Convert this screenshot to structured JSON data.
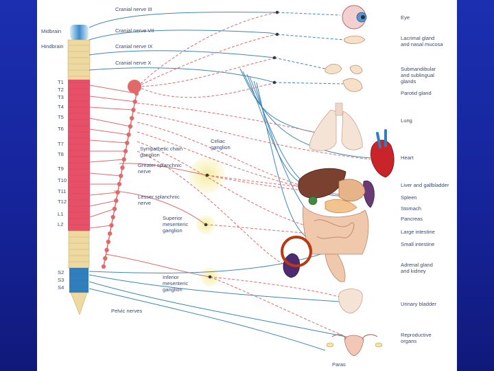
{
  "cranial_nerves": [
    "Cranial nerve III",
    "Cranial nerve VII",
    "Cranial nerve IX",
    "Cranial nerve X"
  ],
  "brain_labels": [
    "Midbrain",
    "Hindbrain"
  ],
  "spinal_levels": [
    "T1",
    "T2",
    "T3",
    "T4",
    "T5",
    "T6",
    "T7",
    "T8",
    "T9",
    "T10",
    "T11",
    "T12",
    "L1",
    "L2",
    "S2",
    "S3",
    "S4"
  ],
  "ganglia_labels": {
    "sympathetic_chain": [
      "Sympathetic chain",
      "ganglion"
    ],
    "celiac": [
      "Celiac",
      "ganglion"
    ],
    "greater_splanchnic": [
      "Greater splanchnic",
      "nerve"
    ],
    "lesser_splanchnic": [
      "Lesser splanchnic",
      "nerve"
    ],
    "superior_mesenteric": [
      "Superior",
      "mesenteric",
      "ganglion"
    ],
    "inferior_mesenteric": [
      "Inferior",
      "mesenteric",
      "ganglion"
    ],
    "pelvic": "Pelvic nerves"
  },
  "organs": [
    [
      "Eye"
    ],
    [
      "Lacrimal gland",
      "and nasal mucosa"
    ],
    [
      "Submandibular",
      "and sublingual",
      "glands"
    ],
    [
      "Parotid gland"
    ],
    [
      "Lung"
    ],
    [
      "Heart"
    ],
    [
      "Liver and gallbladder"
    ],
    [
      "Spleen"
    ],
    [
      "Stomach"
    ],
    [
      "Pancreas"
    ],
    [
      "Large intestine"
    ],
    [
      "Small intestine"
    ],
    [
      "Adrenal gland",
      "and kidney"
    ],
    [
      "Urinary bladder"
    ],
    [
      "Reproductive",
      "organs"
    ]
  ],
  "credit": "Paras",
  "colors": {
    "parasympathetic": "#3d86b5",
    "sympathetic": "#e06a6a",
    "thoracic_cord": "#e8506a",
    "cervical_cord": "#2f7fbf",
    "lumbar_sacral_cord": "#eed9a0",
    "highlight_circle": "#b83a14",
    "ganglion_glow": "#f6efa8",
    "background": "#1b2fb0"
  }
}
